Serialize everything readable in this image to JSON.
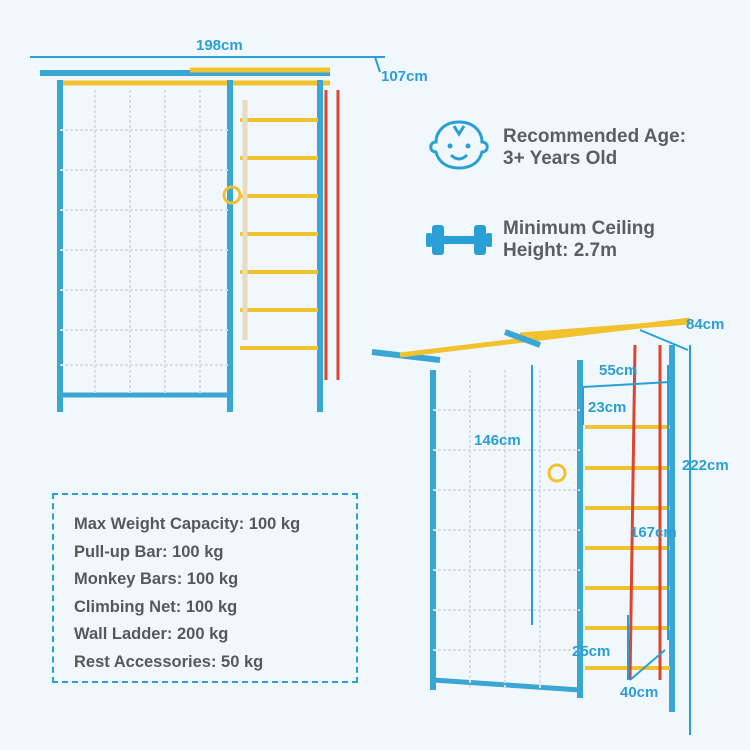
{
  "info": {
    "age_line1": "Recommended Age:",
    "age_line2": "3+ Years Old",
    "ceiling_line1": "Minimum Ceiling",
    "ceiling_line2": "Height: 2.7m"
  },
  "dimensions_top": {
    "width": "198cm",
    "depth": "107cm"
  },
  "dimensions_bottom": {
    "depth": "84cm",
    "rung_width": "55cm",
    "rung_gap": "23cm",
    "net_height": "146cm",
    "height": "222cm",
    "ladder_height": "167cm",
    "swing_height": "25cm",
    "swing_width": "40cm"
  },
  "specs": [
    "Max Weight Capacity: 100 kg",
    "Pull-up Bar: 100 kg",
    "Monkey Bars: 100 kg",
    "Climbing Net: 100 kg",
    "Wall Ladder: 200 kg",
    "Rest Accessories: 50 kg"
  ],
  "colors": {
    "accent": "#2a9fd6",
    "frame_blue": "#3aa6d4",
    "bar_yellow": "#f2c12e",
    "rope_red": "#e0432e",
    "text": "#5b5f63"
  }
}
